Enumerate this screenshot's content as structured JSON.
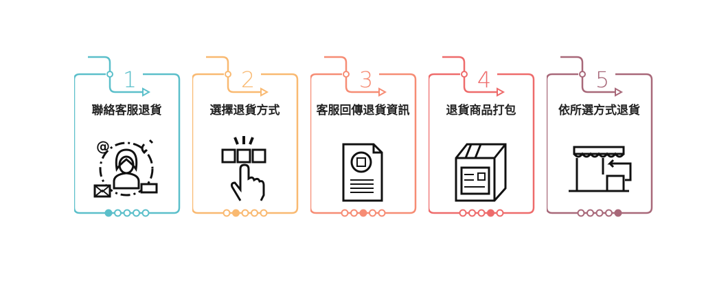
{
  "steps": [
    {
      "number": "1",
      "title": "聯絡客服退貨",
      "color": "#5bbfca",
      "active_dot": 0,
      "icon": "customer-service-icon"
    },
    {
      "number": "2",
      "title": "選擇退貨方式",
      "color": "#f9b971",
      "active_dot": 1,
      "icon": "select-option-icon"
    },
    {
      "number": "3",
      "title": "客服回傳退貨資訊",
      "color": "#f68c74",
      "active_dot": 2,
      "icon": "document-icon"
    },
    {
      "number": "4",
      "title": "退貨商品打包",
      "color": "#ee6b6b",
      "active_dot": 3,
      "icon": "package-box-icon"
    },
    {
      "number": "5",
      "title": "依所選方式退貨",
      "color": "#a86879",
      "active_dot": 4,
      "icon": "store-return-icon"
    }
  ]
}
